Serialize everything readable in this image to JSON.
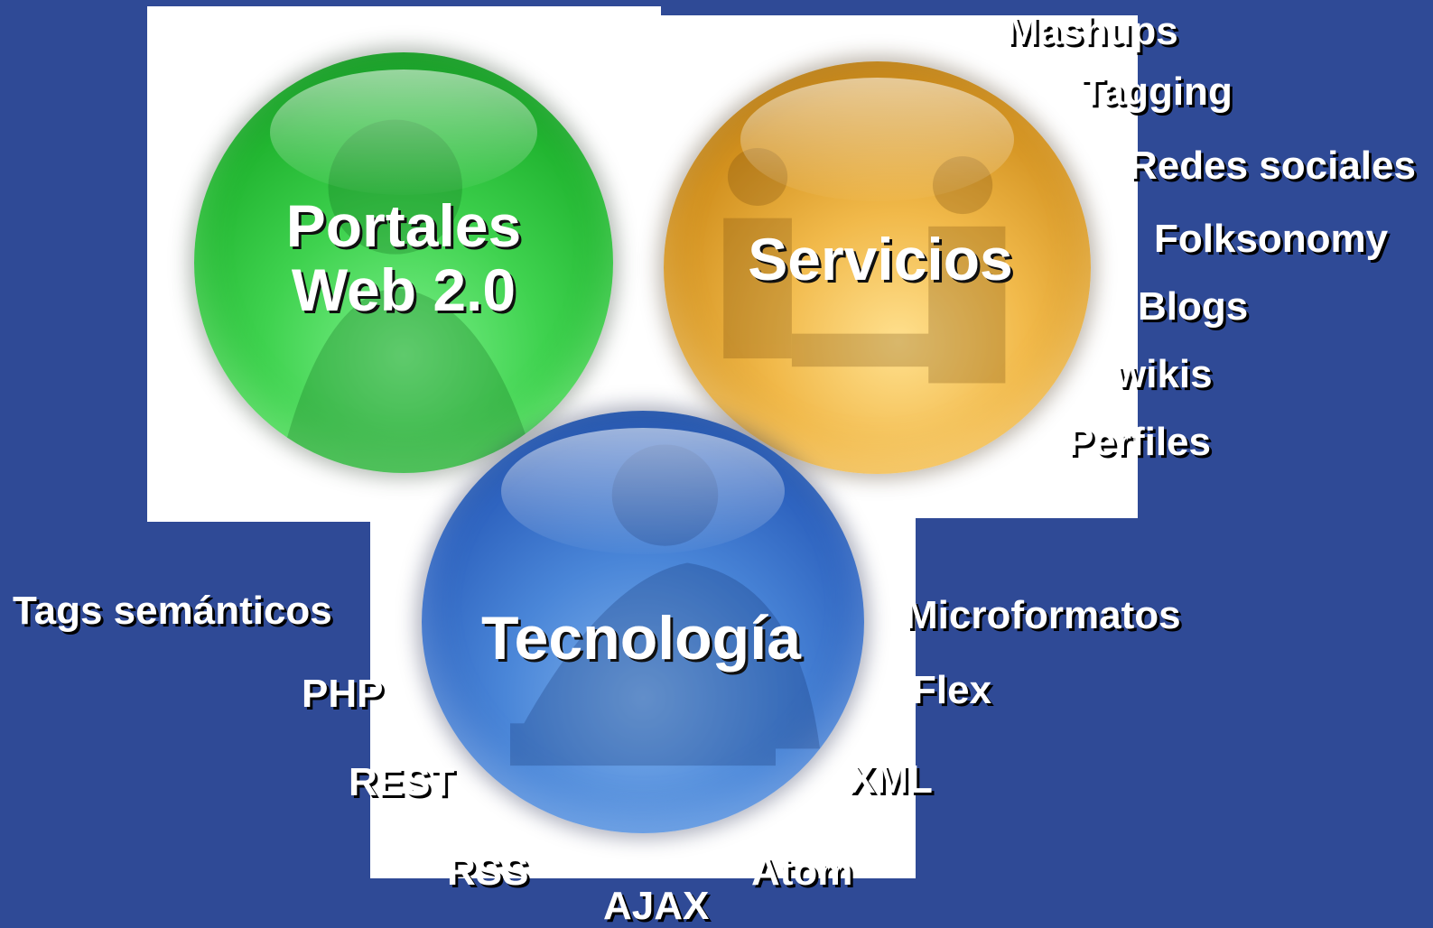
{
  "orbs": {
    "portales": {
      "line1": "Portales",
      "line2": "Web 2.0",
      "color": "#2fc43f"
    },
    "servicios": {
      "title": "Servicios",
      "color": "#e3a53a"
    },
    "tecnologia": {
      "title": "Tecnología",
      "color": "#3f78d0"
    }
  },
  "services_keywords": [
    "Mashups",
    "Tagging",
    "Redes sociales",
    "Folksonomy",
    "Blogs",
    "wikis",
    "Perfiles"
  ],
  "technology_keywords": [
    "Tags semánticos",
    "PHP",
    "REST",
    "RSS",
    "AJAX",
    "Atom",
    "XML",
    "Flex",
    "Microformatos"
  ],
  "colors": {
    "background": "#2f4a96",
    "panel": "#ffffff",
    "text": "#ffffff"
  }
}
